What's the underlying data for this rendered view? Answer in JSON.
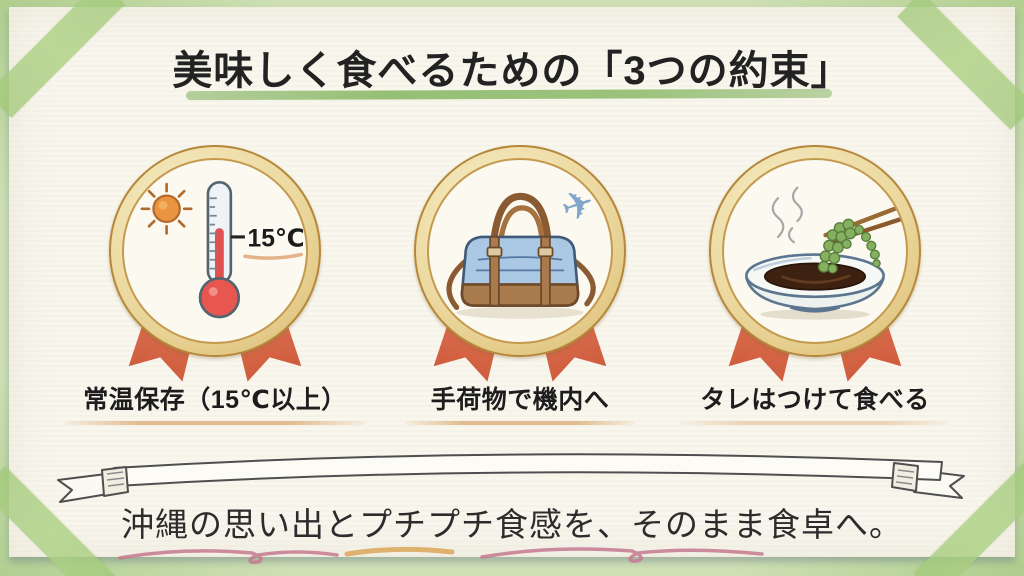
{
  "slide": {
    "title": "美味しく食べるための「3つの約束」",
    "footer": "沖縄の思い出とプチプチ食感を、そのまま食卓へ。"
  },
  "promises": [
    {
      "icon": "thermometer-sun-medal",
      "label": "常温保存（15℃以上）",
      "annotation": "15℃"
    },
    {
      "icon": "carry-on-bag-plane-medal",
      "label": "手荷物で機内へ",
      "plane_glyph": "✈"
    },
    {
      "icon": "sauce-dip-medal",
      "label": "タレはつけて食べる"
    }
  ],
  "colors": {
    "background_green": "#cfe0b5",
    "tape_green": "#a9cc86",
    "card_cream": "#f8f6ed",
    "title_underline_green": "#85b661",
    "medal_gold_band": "#ecd9a0",
    "medal_gold_edge": "#b5873b",
    "ribbon_red": "#d4603f",
    "caption_underline_tan": "#d9a468",
    "thermometer_red": "#e05252",
    "sun_orange": "#ea9440",
    "bag_blue": "#aac7e4",
    "bag_leather_brown": "#a97a4e",
    "plane_blue": "#7fa6cc",
    "grape_green": "#85b05f",
    "sauce_brown": "#3d2212",
    "squiggle_pink": "#c4798f",
    "squiggle_orange": "#dcaa62",
    "banner_outline_gray": "#4f4f4f"
  }
}
